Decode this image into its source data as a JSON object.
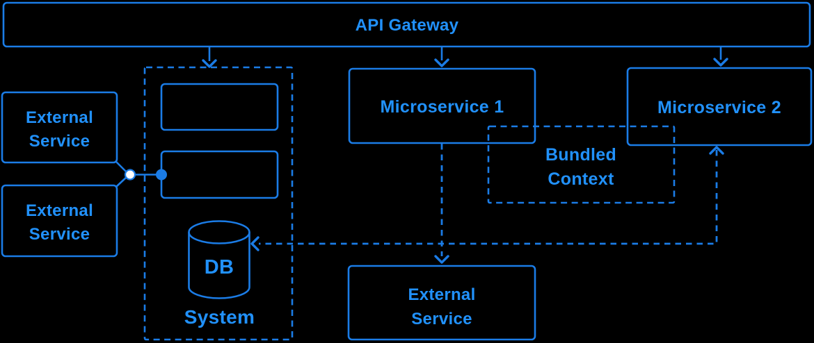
{
  "colors": {
    "background": "#000000",
    "line_color": "#1b7ce6",
    "text_color": "#2191fb",
    "junction_fill": "#ffffff"
  },
  "diagram": {
    "api_gateway": {
      "label": "API Gateway"
    },
    "external_service_top_left": {
      "line1": "External",
      "line2": "Service"
    },
    "external_service_bottom_left": {
      "line1": "External",
      "line2": "Service"
    },
    "system": {
      "label": "System"
    },
    "db": {
      "label": "DB"
    },
    "microservice_1": {
      "label": "Microservice 1"
    },
    "microservice_2": {
      "label": "Microservice 2"
    },
    "bundled_context": {
      "line1": "Bundled",
      "line2": "Context"
    },
    "external_service_bottom_center": {
      "line1": "External",
      "line2": "Service"
    }
  }
}
